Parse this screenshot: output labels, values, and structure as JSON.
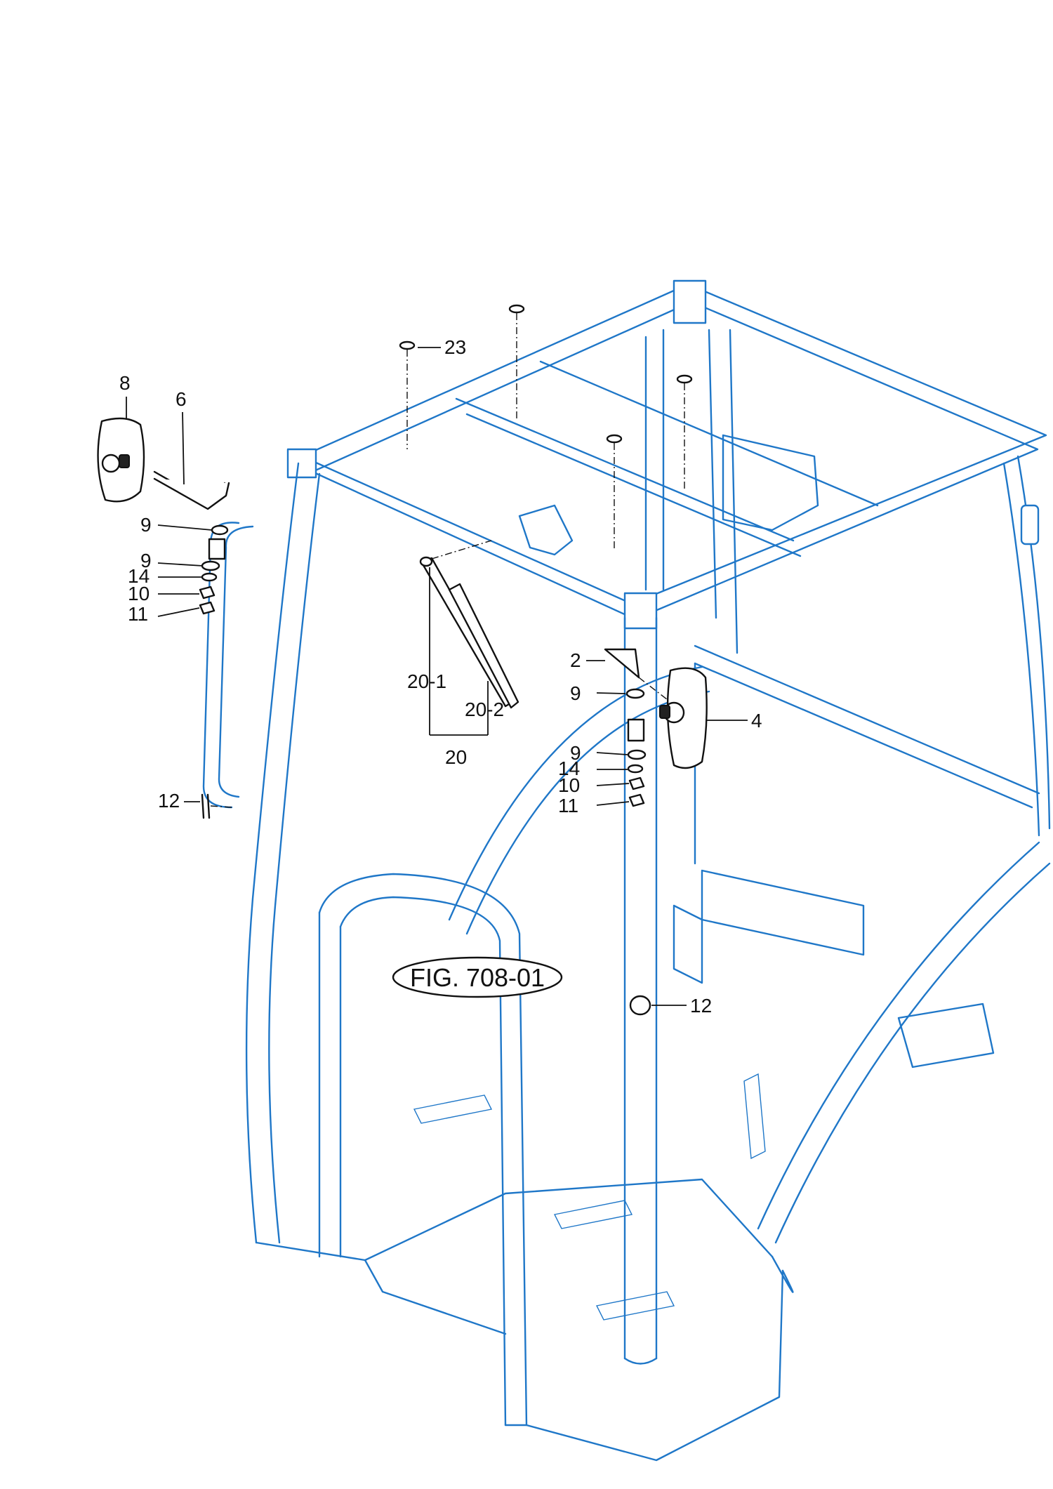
{
  "colors": {
    "frame_line": "#1f77c8",
    "part_line": "#111111",
    "background": "#ffffff"
  },
  "figure": {
    "label": "FIG. 708-01"
  },
  "callouts": [
    {
      "id": "c-8",
      "text": "8"
    },
    {
      "id": "c-6",
      "text": "6"
    },
    {
      "id": "c-9a",
      "text": "9"
    },
    {
      "id": "c-9b",
      "text": "9"
    },
    {
      "id": "c-14a",
      "text": "14"
    },
    {
      "id": "c-10a",
      "text": "10"
    },
    {
      "id": "c-11a",
      "text": "11"
    },
    {
      "id": "c-12a",
      "text": "12"
    },
    {
      "id": "c-23",
      "text": "23"
    },
    {
      "id": "c-20-1",
      "text": "20-1"
    },
    {
      "id": "c-20-2",
      "text": "20-2"
    },
    {
      "id": "c-20",
      "text": "20"
    },
    {
      "id": "c-2",
      "text": "2"
    },
    {
      "id": "c-9c",
      "text": "9"
    },
    {
      "id": "c-4",
      "text": "4"
    },
    {
      "id": "c-9d",
      "text": "9"
    },
    {
      "id": "c-14b",
      "text": "14"
    },
    {
      "id": "c-10b",
      "text": "10"
    },
    {
      "id": "c-11b",
      "text": "11"
    },
    {
      "id": "c-12b",
      "text": "12"
    }
  ]
}
